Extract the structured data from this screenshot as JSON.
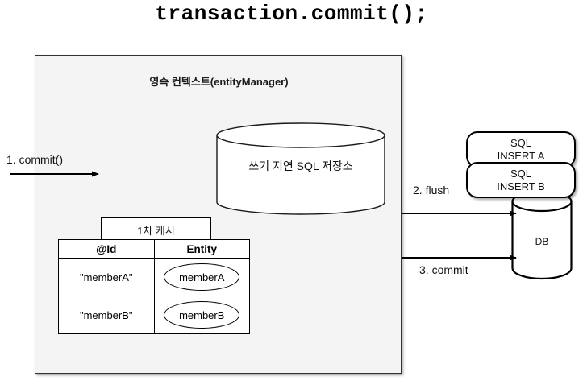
{
  "title": "transaction.commit();",
  "persistence_context": {
    "title": "영속 컨텍스트(entityManager)",
    "sql_store": {
      "label": "쓰기 지연 SQL 저장소"
    },
    "first_level_cache": {
      "tab_label": "1차 캐시",
      "columns": [
        "@Id",
        "Entity"
      ],
      "rows": [
        {
          "id": "\"memberA\"",
          "entity": "memberA"
        },
        {
          "id": "\"memberB\"",
          "entity": "memberB"
        }
      ]
    }
  },
  "database": {
    "sql_statements": [
      {
        "line1": "SQL",
        "line2": "INSERT A"
      },
      {
        "line1": "SQL",
        "line2": "INSERT B"
      }
    ],
    "db_label": "DB"
  },
  "steps": [
    {
      "label": "1. commit()"
    },
    {
      "label": "2. flush"
    },
    {
      "label": "3. commit"
    }
  ],
  "colors": {
    "container_fill": "#f4f4f4",
    "container_stroke": "#333333",
    "shape_stroke": "#000000",
    "shape_fill": "#ffffff",
    "text": "#111111"
  }
}
